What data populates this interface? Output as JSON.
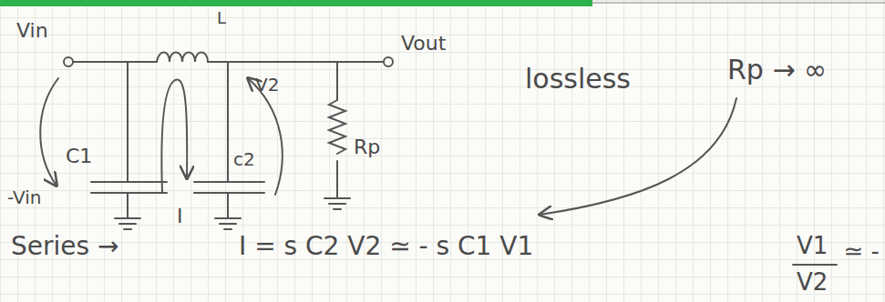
{
  "diagram": {
    "labels": [
      "L",
      "Vin",
      "Vout",
      "V2",
      "Rp",
      "C1",
      "c2",
      "-Vin",
      "I",
      "lossless",
      "Rp → ∞",
      "Series →",
      "I = s C2 V2 ≃ - s C1 V1",
      "V1",
      "V2",
      "≃ -"
    ]
  }
}
